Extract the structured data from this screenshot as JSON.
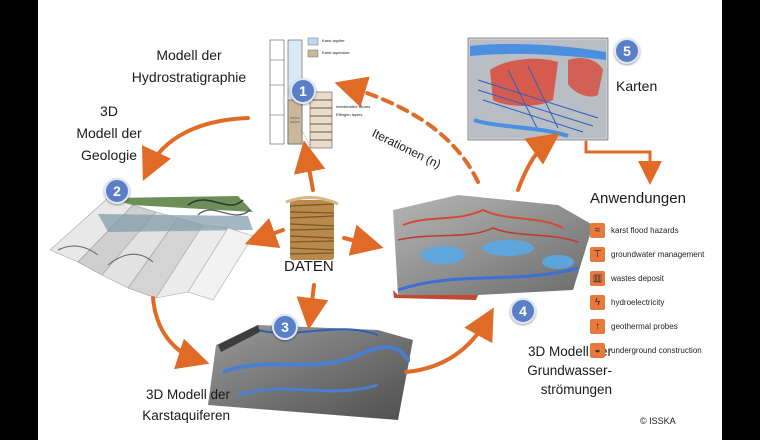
{
  "labels": {
    "hydrostrat": [
      "Modell der",
      "Hydrostratigraphie"
    ],
    "geology": [
      "3D",
      "Modell der",
      "Geologie"
    ],
    "daten": "DATEN",
    "karsta": [
      "3D Modell der",
      "Karstaquiferen"
    ],
    "grundwasser": [
      "3D Modell der",
      "Grundwasser-",
      "strömungen"
    ],
    "karten": "Karten",
    "iterationen": "Iterationen (n)",
    "anwendungen": "Anwendungen",
    "copyright": "© ISSKA"
  },
  "badges": [
    "1",
    "2",
    "3",
    "4",
    "5"
  ],
  "strat_legend": [
    "Karst aquifer",
    "Karst aquiclude"
  ],
  "strat_annotations": [
    "Interbedded tiltures",
    "Effingen layers"
  ],
  "applications": [
    {
      "label": "karst flood hazards",
      "icon": "wave-icon"
    },
    {
      "label": "groundwater management",
      "icon": "faucet-icon"
    },
    {
      "label": "wastes deposit",
      "icon": "trash-icon"
    },
    {
      "label": "hydroelectricity",
      "icon": "lightning-icon"
    },
    {
      "label": "geothermal probes",
      "icon": "thermometer-icon"
    },
    {
      "label": "underground construction",
      "icon": "hardhat-icon"
    }
  ],
  "colors": {
    "arrow": "#e06b26",
    "badge": "#5b7fc6",
    "water": "#5aa9e6",
    "icon_bg": "#e8793a"
  }
}
